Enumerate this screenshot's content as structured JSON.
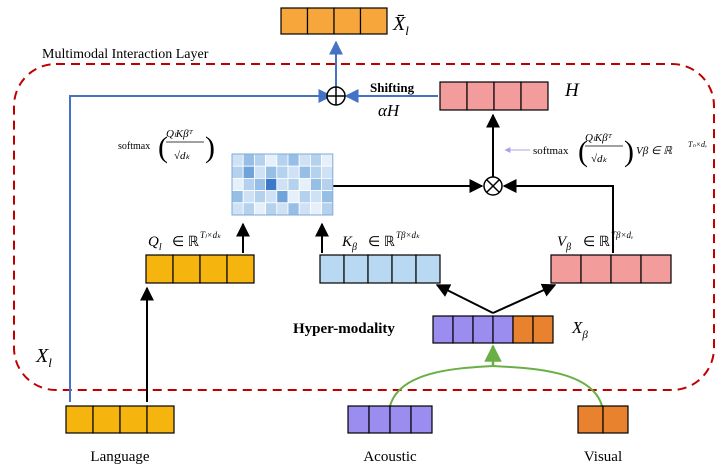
{
  "diagram": {
    "layer_title": "Multimodal Interaction Layer",
    "colors": {
      "language": "#F6B40E",
      "acoustic": "#9B8CF0",
      "visual": "#E8822E",
      "query_key": "#B9D9F2",
      "value": "#F29C9C",
      "output": "#F7A63B",
      "frame": "#C00000",
      "blue_arrow": "#4472C4",
      "green_arrow": "#6AAF45",
      "heat_dark": "#3A7AC8",
      "heat_light": "#E6F0FA"
    },
    "labels": {
      "output": "X̄",
      "output_sub": "l",
      "h": "H",
      "alpha_h": "αH",
      "shifting": "Shifting",
      "x_l": "X",
      "x_l_sub": "l",
      "x_beta": "X",
      "x_beta_sub": "β",
      "hyper_modality": "Hyper-modality",
      "language": "Language",
      "acoustic": "Acoustic",
      "visual": "Visual",
      "q_l": "Q",
      "q_l_sub": "l",
      "q_l_space": "∈ ℝ",
      "q_l_sup": "Tₗ×dₖ",
      "k_b": "K",
      "k_b_sub": "β",
      "k_b_space": "∈ ℝ",
      "k_b_sup": "Tβ×dₖ",
      "v_b": "V",
      "v_b_sub": "β",
      "v_b_space": "∈ ℝ",
      "v_b_sup": "Tβ×dᵥ",
      "softmax_left": "softmax",
      "softmax_left_num": "QₗKβᵀ",
      "softmax_left_den": "√dₖ",
      "softmax_right": "softmax",
      "softmax_right_num": "QₗKβᵀ",
      "softmax_right_den": "√dₖ",
      "softmax_right_tail": "Vβ ∈ ℝ",
      "softmax_right_sup": "Tₙ×dᵥ"
    }
  }
}
